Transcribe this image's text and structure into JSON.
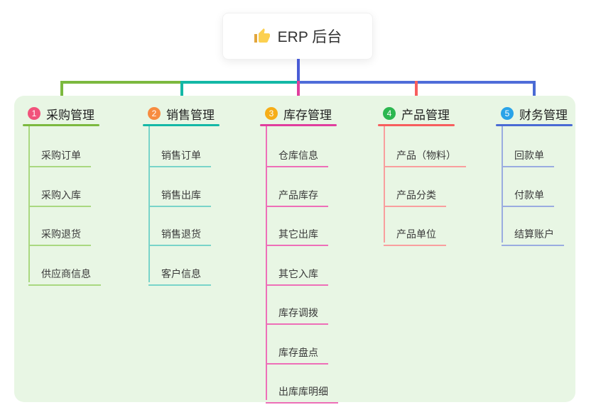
{
  "root": {
    "label": "ERP 后台",
    "icon": "thumbs-up-icon"
  },
  "panel": {
    "background": "#e8f6e4"
  },
  "connectors": {
    "root_stem_color": "#4a5cd6",
    "left_segment_color": "#7cb93f",
    "mid_segment_color": "#14b8a6",
    "right_segment_color": "#4f6cd9"
  },
  "branches": [
    {
      "number": "1",
      "label": "采购管理",
      "badge_color": "#f1537b",
      "line_color": "#7cb93f",
      "child_line_color": "#a9d880",
      "children": [
        "采购订单",
        "采购入库",
        "采购退货",
        "供应商信息"
      ]
    },
    {
      "number": "2",
      "label": "销售管理",
      "badge_color": "#f78c40",
      "line_color": "#14b8a6",
      "child_line_color": "#79d4c9",
      "children": [
        "销售订单",
        "销售出库",
        "销售退货",
        "客户信息"
      ]
    },
    {
      "number": "3",
      "label": "库存管理",
      "badge_color": "#f6ad17",
      "line_color": "#e03e9e",
      "child_line_color": "#ee6fb8",
      "children": [
        "仓库信息",
        "产品库存",
        "其它出库",
        "其它入库",
        "库存调拨",
        "库存盘点",
        "出库库明细"
      ]
    },
    {
      "number": "4",
      "label": "产品管理",
      "badge_color": "#2cb750",
      "line_color": "#f75e5e",
      "child_line_color": "#f99e9e",
      "children": [
        "产品（物料）",
        "产品分类",
        "产品单位"
      ]
    },
    {
      "number": "5",
      "label": "财务管理",
      "badge_color": "#2aa3e8",
      "line_color": "#4a6bd4",
      "child_line_color": "#9aace0",
      "children": [
        "回款单",
        "付款单",
        "结算账户"
      ]
    }
  ]
}
